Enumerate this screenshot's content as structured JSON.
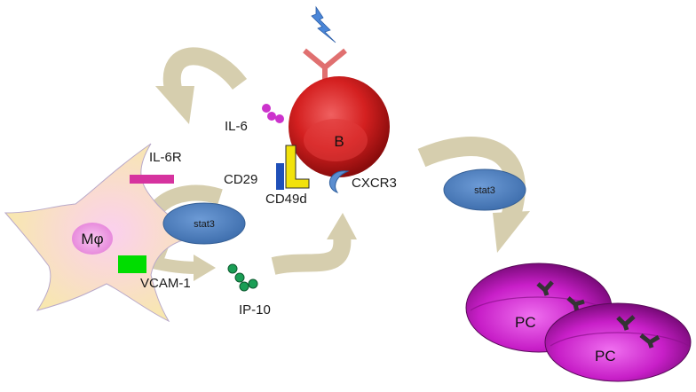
{
  "labels": {
    "b_cell": "B",
    "il6": "IL-6",
    "il6r": "IL-6R",
    "cd29": "CD29",
    "cd49d": "CD49d",
    "cxcr3": "CXCR3",
    "macrophage": "Mφ",
    "stat3_left": "stat3",
    "stat3_right": "stat3",
    "vcam1": "VCAM-1",
    "ip10": "IP-10",
    "pc1": "PC",
    "pc2": "PC"
  },
  "colors": {
    "b_cell": "#d42020",
    "macrophage": "#f7e7a0",
    "macrophage_nucleus": "#f0a8e8",
    "stat3": "#4f81bd",
    "il6": "#cc33cc",
    "ip10": "#1a9e55",
    "vcam1": "#00dd00",
    "il6r": "#d6339f",
    "cd29": "#1f4fb8",
    "cd49d": "#f2e20c",
    "cxcr3": "#5b8ed0",
    "receptor": "#e07070",
    "lightning": "#4a86d8",
    "arrow": "#d4ccaa",
    "plasma_cell": "#c81fc8",
    "antibody": "#333333"
  }
}
